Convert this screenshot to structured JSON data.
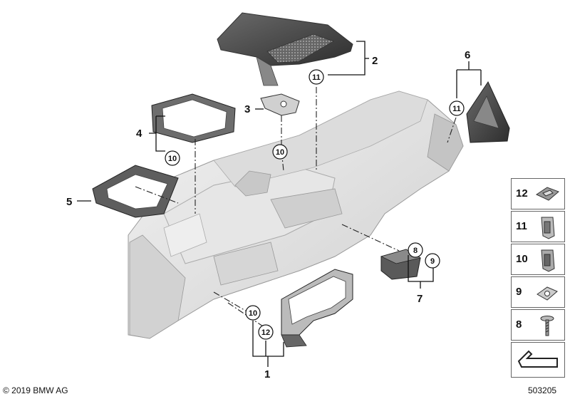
{
  "callouts": {
    "c1": "1",
    "c2": "2",
    "c3": "3",
    "c4": "4",
    "c5": "5",
    "c6": "6",
    "c7": "7"
  },
  "circled_refs": {
    "r11a": "11",
    "r11b": "11",
    "r10a": "10",
    "r10b": "10",
    "r10c": "10",
    "r12": "12",
    "r8": "8",
    "r9": "9"
  },
  "legend": [
    {
      "num": "12",
      "icon": "speed-nut-icon"
    },
    {
      "num": "11",
      "icon": "clip-nut-icon"
    },
    {
      "num": "10",
      "icon": "clip-nut-icon"
    },
    {
      "num": "9",
      "icon": "u-nut-icon"
    },
    {
      "num": "8",
      "icon": "screw-icon"
    },
    {
      "num": "",
      "icon": "pointer-arrow-icon"
    }
  ],
  "copyright": "© 2019 BMW AG",
  "diagram_number": "503205"
}
